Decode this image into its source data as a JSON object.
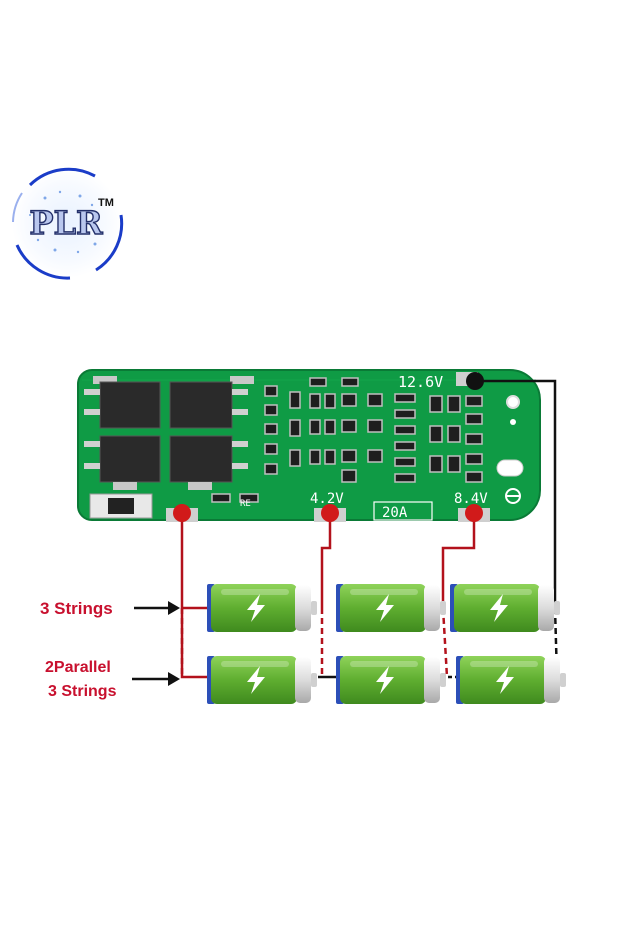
{
  "logo": {
    "text": "PLR",
    "trademark": "TM"
  },
  "board": {
    "labels": {
      "top_right": "12.6V",
      "mid": "4.2V",
      "right": "8.4V",
      "current": "20A",
      "ref": "RE"
    }
  },
  "wiring": {
    "row1_label": "3 Strings",
    "row2_label_line1": "2Parallel",
    "row2_label_line2": "3 Strings"
  },
  "colors": {
    "pcb": "#0f9b45",
    "pcb_dark": "#0a7a36",
    "wire_red": "#b3121c",
    "label_red": "#c8102e",
    "battery_green": "#6db33f",
    "battery_cap": "#d8d8d8",
    "logo_blue": "#1a3cc8"
  }
}
